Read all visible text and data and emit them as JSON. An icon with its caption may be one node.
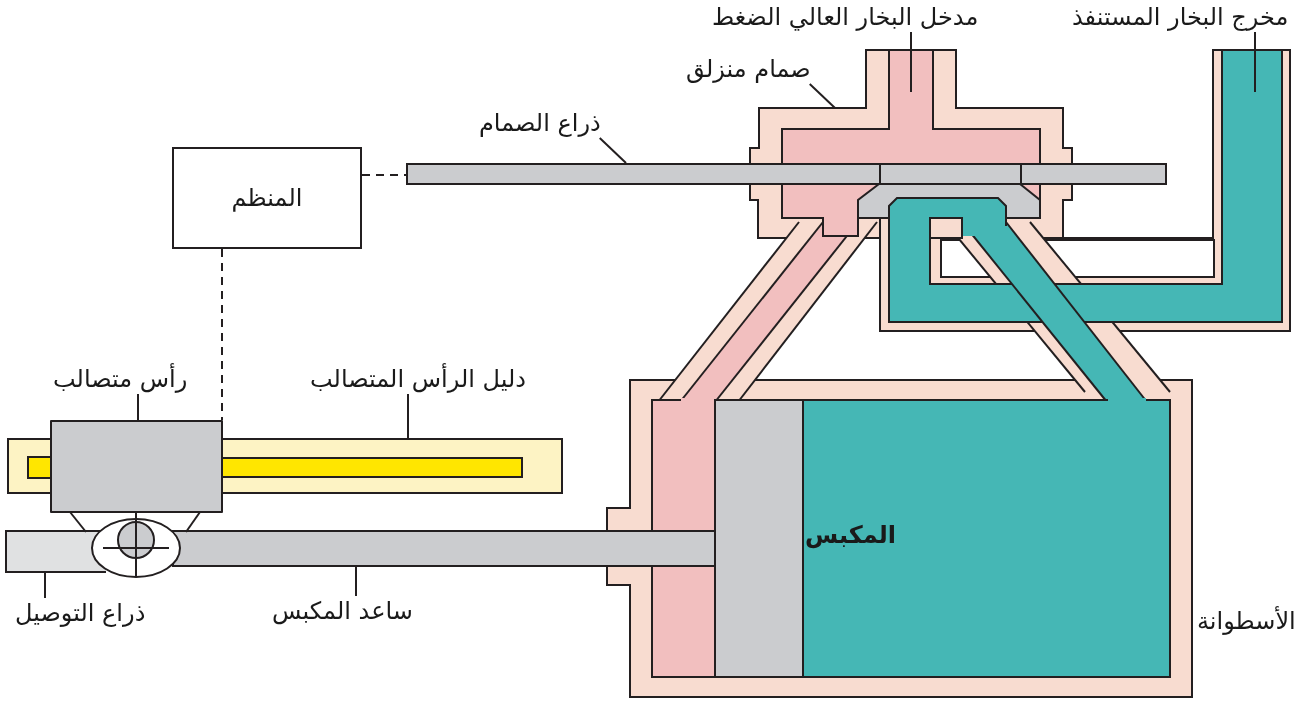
{
  "diagram": {
    "nodes": [
      {
        "text": [
          "المنظم"
        ]
      },
      {
        "text": [
          "ذراع الصمام"
        ]
      },
      {
        "text": [],
        "shape": "bar"
      },
      {
        "text": [
          "صمام منزلق"
        ]
      },
      {
        "text": [
          "مدخل البخار العالي الضغط"
        ]
      },
      {
        "text": [
          "مخرج البخار المستنفذ"
        ]
      },
      {
        "text": [
          "رأس متصالب"
        ]
      },
      {
        "text": [],
        "shape": "box"
      },
      {
        "text": [
          "دليل الرأس المتصالب"
        ]
      },
      {
        "text": [],
        "shape": "bar"
      },
      {
        "text": [
          "ذراع التوصيل"
        ]
      },
      {
        "text": [],
        "shape": "bar"
      },
      {
        "text": [
          "ساعد المكبس"
        ]
      },
      {
        "text": [],
        "shape": "bar"
      }
    ],
    "edges": [
      {
        "from": 0,
        "to": 2,
        "arrow": "none",
        "style": "dashed"
      },
      {
        "from": 0,
        "to": 7,
        "arrow": "none",
        "style": "dashed"
      },
      {
        "from": 1,
        "to": 2,
        "arrow": "none"
      },
      {
        "from": 3,
        "to": null,
        "arrow": "none"
      },
      {
        "from": 4,
        "to": null,
        "arrow": "none"
      },
      {
        "from": 5,
        "to": null,
        "arrow": "none"
      },
      {
        "from": 6,
        "to": 7,
        "arrow": "none"
      },
      {
        "from": 8,
        "to": 9,
        "arrow": "none"
      },
      {
        "from": 10,
        "to": 11,
        "arrow": "none"
      },
      {
        "from": 12,
        "to": 13,
        "arrow": "none"
      }
    ],
    "labels": [
      "المكبس",
      "الأسطوانة"
    ]
  }
}
